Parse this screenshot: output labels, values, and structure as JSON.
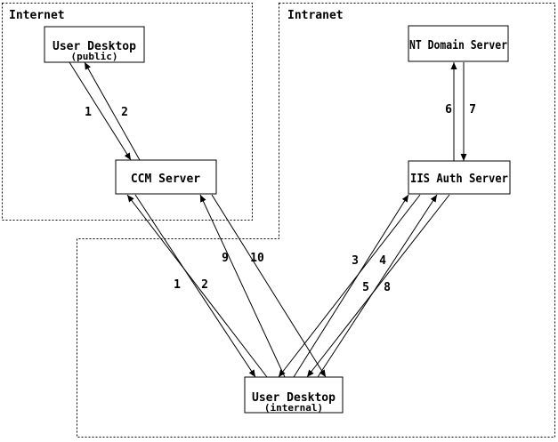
{
  "zones": {
    "internet": {
      "label": "Internet"
    },
    "intranet": {
      "label": "Intranet"
    }
  },
  "nodes": {
    "user_desktop_public": {
      "title": "User Desktop",
      "subtitle": "(public)"
    },
    "ccm_server": {
      "title": "CCM Server"
    },
    "nt_domain_server": {
      "title": "NT Domain Server"
    },
    "iis_auth_server": {
      "title": "IIS Auth Server"
    },
    "user_desktop_internal": {
      "title": "User Desktop",
      "subtitle": "(internal)"
    }
  },
  "flows": {
    "pub1": {
      "label": "1",
      "from": "User Desktop (public)",
      "to": "CCM Server"
    },
    "pub2": {
      "label": "2",
      "from": "CCM Server",
      "to": "User Desktop (public)"
    },
    "int1": {
      "label": "1",
      "from": "User Desktop (internal)",
      "to": "CCM Server"
    },
    "int2": {
      "label": "2",
      "from": "CCM Server",
      "to": "User Desktop (internal)"
    },
    "f3": {
      "label": "3",
      "from": "User Desktop (internal)",
      "to": "IIS Auth Server"
    },
    "f4": {
      "label": "4",
      "from": "IIS Auth Server",
      "to": "User Desktop (internal)"
    },
    "f5": {
      "label": "5",
      "from": "User Desktop (internal)",
      "to": "IIS Auth Server"
    },
    "f6": {
      "label": "6",
      "from": "IIS Auth Server",
      "to": "NT Domain Server"
    },
    "f7": {
      "label": "7",
      "from": "NT Domain Server",
      "to": "IIS Auth Server"
    },
    "f8": {
      "label": "8",
      "from": "IIS Auth Server",
      "to": "User Desktop (internal)"
    },
    "f9": {
      "label": "9",
      "from": "User Desktop (internal)",
      "to": "CCM Server"
    },
    "f10": {
      "label": "10",
      "from": "CCM Server",
      "to": "User Desktop (internal)"
    }
  },
  "colors": {
    "ink": "#000000",
    "background": "#ffffff"
  }
}
